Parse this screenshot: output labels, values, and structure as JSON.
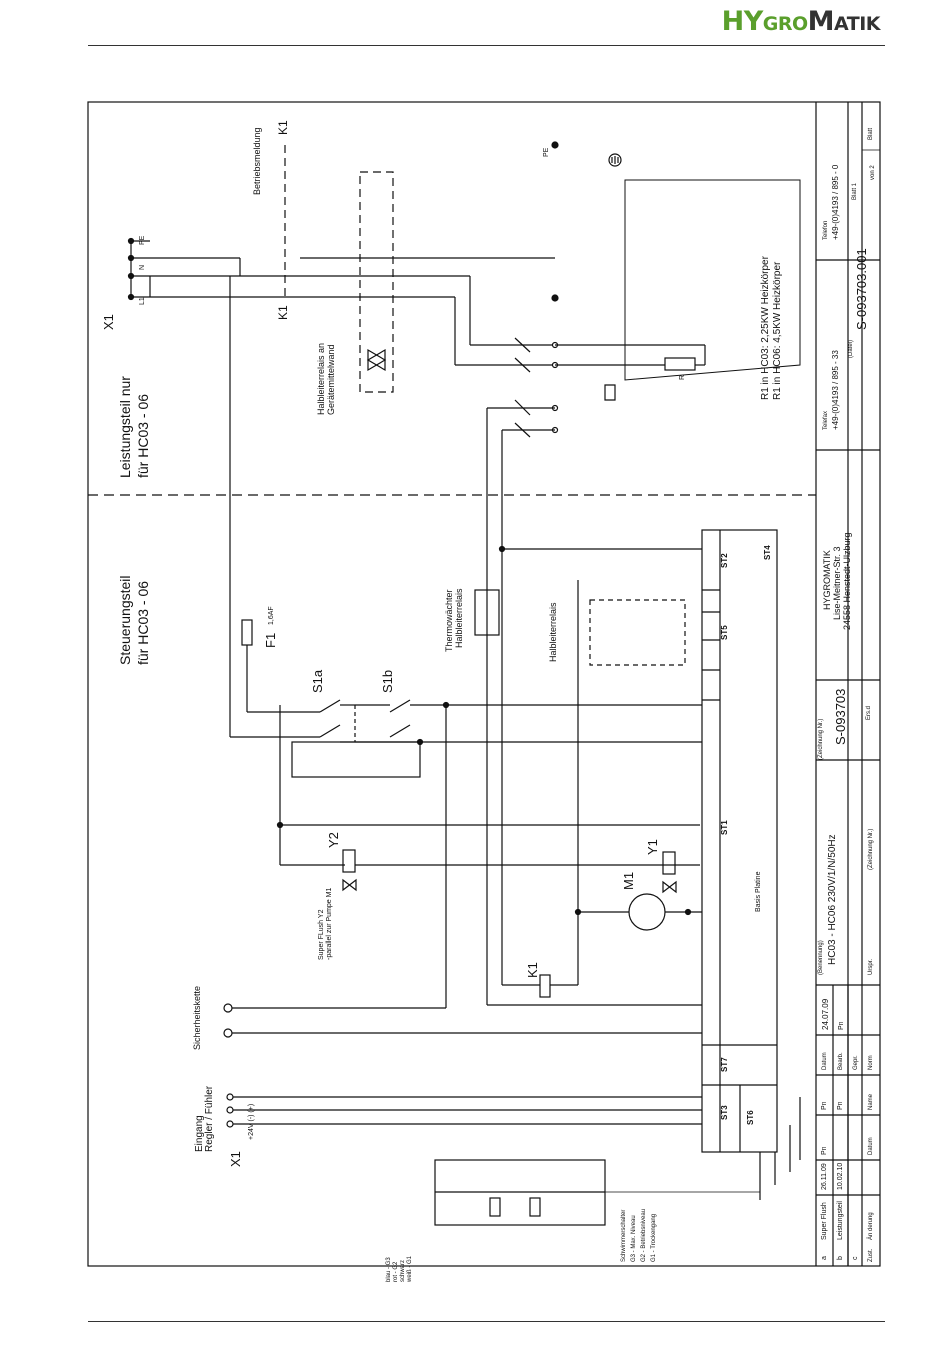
{
  "header": {
    "logo": "HYGROMATIK"
  },
  "terminals": {
    "x1_top": "X1",
    "pe": "PE",
    "n": "N",
    "l1": "L1",
    "x1_bottom": "X1",
    "k1": "K1",
    "f1": "F1",
    "f1_rating": "1,6AF",
    "s1a": "S1a",
    "s1b": "S1b",
    "y1": "Y1",
    "y2": "Y2",
    "m1": "M1",
    "st1": "ST1",
    "st2": "ST2",
    "st3": "ST3",
    "st4": "ST4",
    "st5": "ST5",
    "st6": "ST6",
    "st7": "ST7",
    "r": "R"
  },
  "labels": {
    "leistungsteil": "Leistungsteil nur",
    "leistungsteil2": "für HC03 - 06",
    "steuerungsteil": "Steuerungsteil",
    "steuerungsteil2": "für HC03 - 06",
    "betriebsmeldung": "Betriebsmeldung",
    "halbleiter_an": "Halbleiterrelais an",
    "geraetemittel": "Gerätemittelwand",
    "thermo": "Thermowächter",
    "thermo2": "Halbleiterrelais",
    "halbleiterrelais": "Halbleiterrelais",
    "r1_hc03": "R1 in HC03:   2,25KW  Heizkörper",
    "r1_hc06": "R1 in HC06:   4,5KW  Heizkörper",
    "sicherheitskette": "Sicherheitskette",
    "eingang": "Eingang",
    "regler": "Regler / Fühler",
    "v24": "+24V (-) (+)",
    "superflush": "Super FLush Y2",
    "parallel": "-parallel zur Pumpe M1",
    "basis_platine": "Basis Platine",
    "schwimmer": "Schwimmerschalter",
    "g3": "G3 - Max. Niveau",
    "g2": "G2 - Betriebsniveau",
    "g1": "G1 - Trockengang",
    "blau": "blau - G3",
    "rot": "rot - G2",
    "schwarz": "schwarz",
    "weiss": "weiß - G1"
  },
  "titleblock": {
    "telefon_lbl": "Telefon",
    "telefon": "+49-(0)4193 / 895 - 0",
    "telefax_lbl": "Telefax",
    "telefax": "+49-(0)4193 / 895 - 33",
    "datei": "(Datei)",
    "file": "S-093703.001",
    "blatt": "Blatt 1",
    "von": "von 2",
    "blatt_lbl": "Blatt",
    "company": "HYGROMATIK",
    "street": "Lise-Meitner-Str. 3",
    "city": "24558 Henstedt-Ulzburg",
    "zeichnung_lbl": "(Zeichnung Nr.)",
    "zeichnung": "S-093703",
    "ers": "Ers.d",
    "benennung_lbl": "(Benennung)",
    "benennung": "HC03 - HC06 230V/1/N/50Hz",
    "urspr": "Urspr.",
    "zeichnung_nr": "(Zeichnung Nr.)",
    "datum_lbl": "Datum",
    "datum": "24.07.09",
    "pn": "Pn",
    "bearb": "Bearb.",
    "gepr": "Gepr.",
    "norm": "Norm",
    "name": "Name",
    "rev_a": "a",
    "rev_b": "b",
    "rev_c": "c",
    "zust": "Zust.",
    "rev_a_text": "Super Flush",
    "rev_a_date": "26.11.09",
    "rev_a_name": "Pn",
    "rev_b_text": "Leistungsteil",
    "rev_b_date": "10.02.10",
    "rev_b_name": "Pn",
    "aenderung": "Än derung",
    "datum2": "Datum",
    "name2": "Name"
  }
}
